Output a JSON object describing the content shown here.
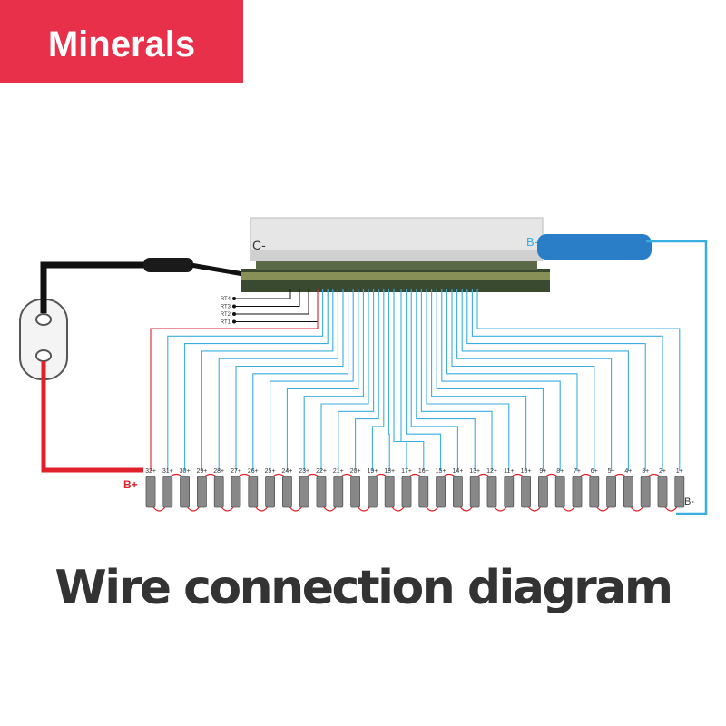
{
  "brand": {
    "logo_text": "Minerals",
    "logo_color": "#e8304a"
  },
  "diagram": {
    "title": "Wire connection diagram",
    "board_labels": {
      "c_minus": "C-",
      "b_minus": "B-"
    },
    "terminal_labels": {
      "b_plus": "B+",
      "b_minus": "B-"
    },
    "thermistors": [
      "RT4",
      "RT3",
      "RT2",
      "RT1"
    ],
    "cell_labels": [
      "32+",
      "31+",
      "30+",
      "29+",
      "28+",
      "27+",
      "26+",
      "25+",
      "24+",
      "23+",
      "22+",
      "21+",
      "20+",
      "19+",
      "18+",
      "17+",
      "16+",
      "15+",
      "14+",
      "13+",
      "12+",
      "11+",
      "10+",
      "9+",
      "8+",
      "7+",
      "6+",
      "5+",
      "4+",
      "3+",
      "2+",
      "1+"
    ],
    "colors": {
      "sense_wire": "#3aaee0",
      "positive_wire": "#e0202a",
      "negative_wire": "#111111",
      "board_pcb": "#3a4a30",
      "cell": "#888888"
    }
  }
}
